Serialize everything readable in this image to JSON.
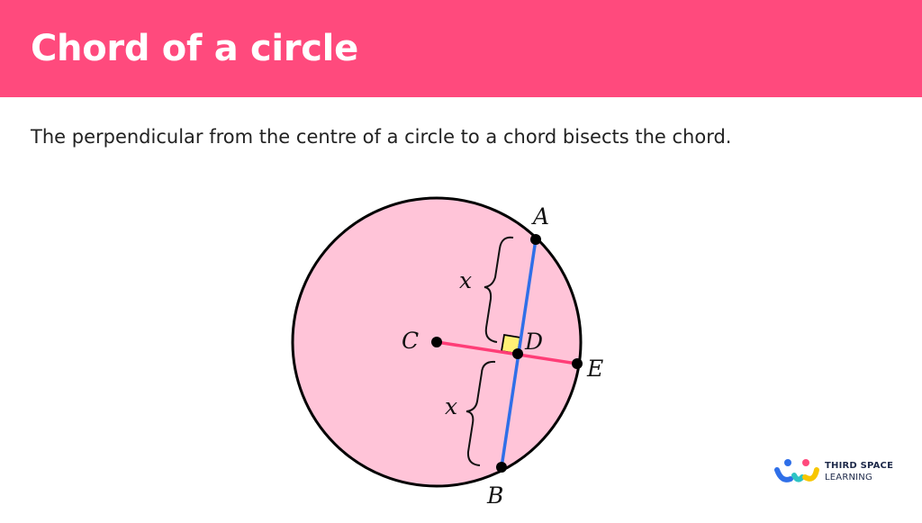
{
  "header": {
    "title": "Chord of a circle"
  },
  "statement": "The perpendicular from the centre of a circle to a chord bisects the chord.",
  "diagram": {
    "points": {
      "A": "A",
      "B": "B",
      "C": "C",
      "D": "D",
      "E": "E"
    },
    "half_chord_label_top": "x",
    "half_chord_label_bottom": "x",
    "colors": {
      "circle_fill": "#ffc4d8",
      "chord": "#2f6fe8",
      "radius": "#ff3d77",
      "right_angle": "#fff176"
    }
  },
  "logo": {
    "line1": "THIRD SPACE",
    "line2": "LEARNING"
  },
  "colors": {
    "header": "#ff4a7d"
  }
}
